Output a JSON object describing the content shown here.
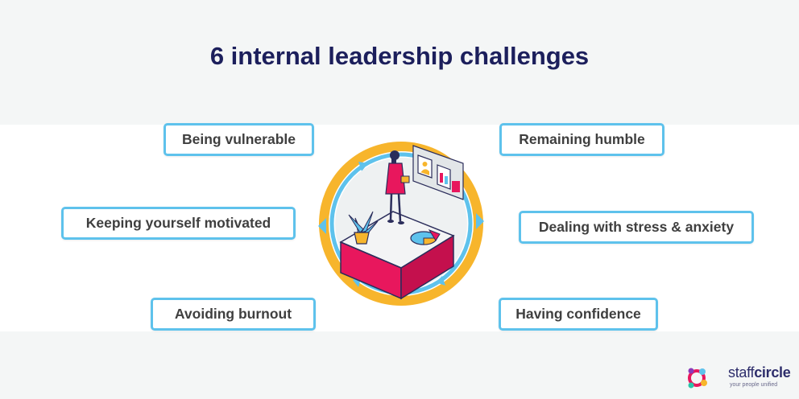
{
  "title": "6 internal leadership challenges",
  "challenges": [
    "Being vulnerable",
    "Remaining humble",
    "Keeping yourself motivated",
    "Dealing with stress & anxiety",
    "Avoiding burnout",
    "Having confidence"
  ],
  "logo": {
    "name_part1": "staff",
    "name_part2": "circle",
    "tagline": "your people unified"
  },
  "colors": {
    "title": "#1c1f5c",
    "box_border": "#5ec2ec",
    "ring_outer": "#f7b52c",
    "ring_inner": "#5ec2ec",
    "accent": "#e8175d"
  }
}
